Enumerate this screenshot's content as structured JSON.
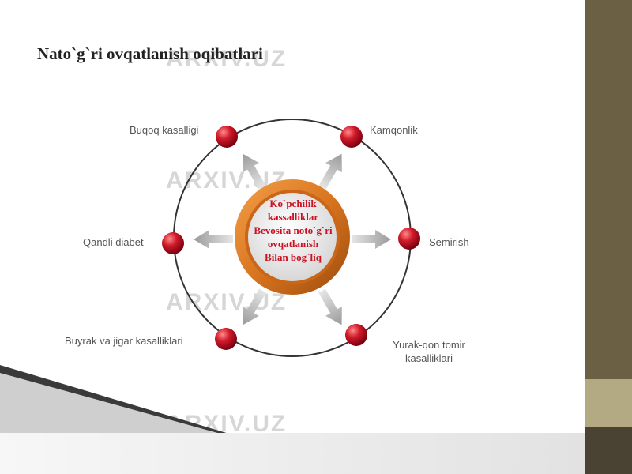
{
  "title": "Nato`g`ri ovqatlanish oqibatlari",
  "watermark": "ARXIV.UZ",
  "hub": {
    "lines": [
      "Ko`pchilik",
      "kassalliklar",
      "Bevosita noto`g`ri",
      "ovqatlanish",
      "Bilan bog`liq"
    ]
  },
  "nodes": [
    {
      "label": "Buqoq kasalligi"
    },
    {
      "label": "Kamqonlik"
    },
    {
      "label": "Qandli diabet"
    },
    {
      "label": "Semirish"
    },
    {
      "label": "Buyrak va jigar kasalliklari"
    },
    {
      "label": "Yurak-qon tomir kasalliklari"
    }
  ],
  "colors": {
    "node": "#c8102e",
    "hub_ring": "#d9751f",
    "hub_text": "#cc1122",
    "sidebar": "#6b6044"
  }
}
